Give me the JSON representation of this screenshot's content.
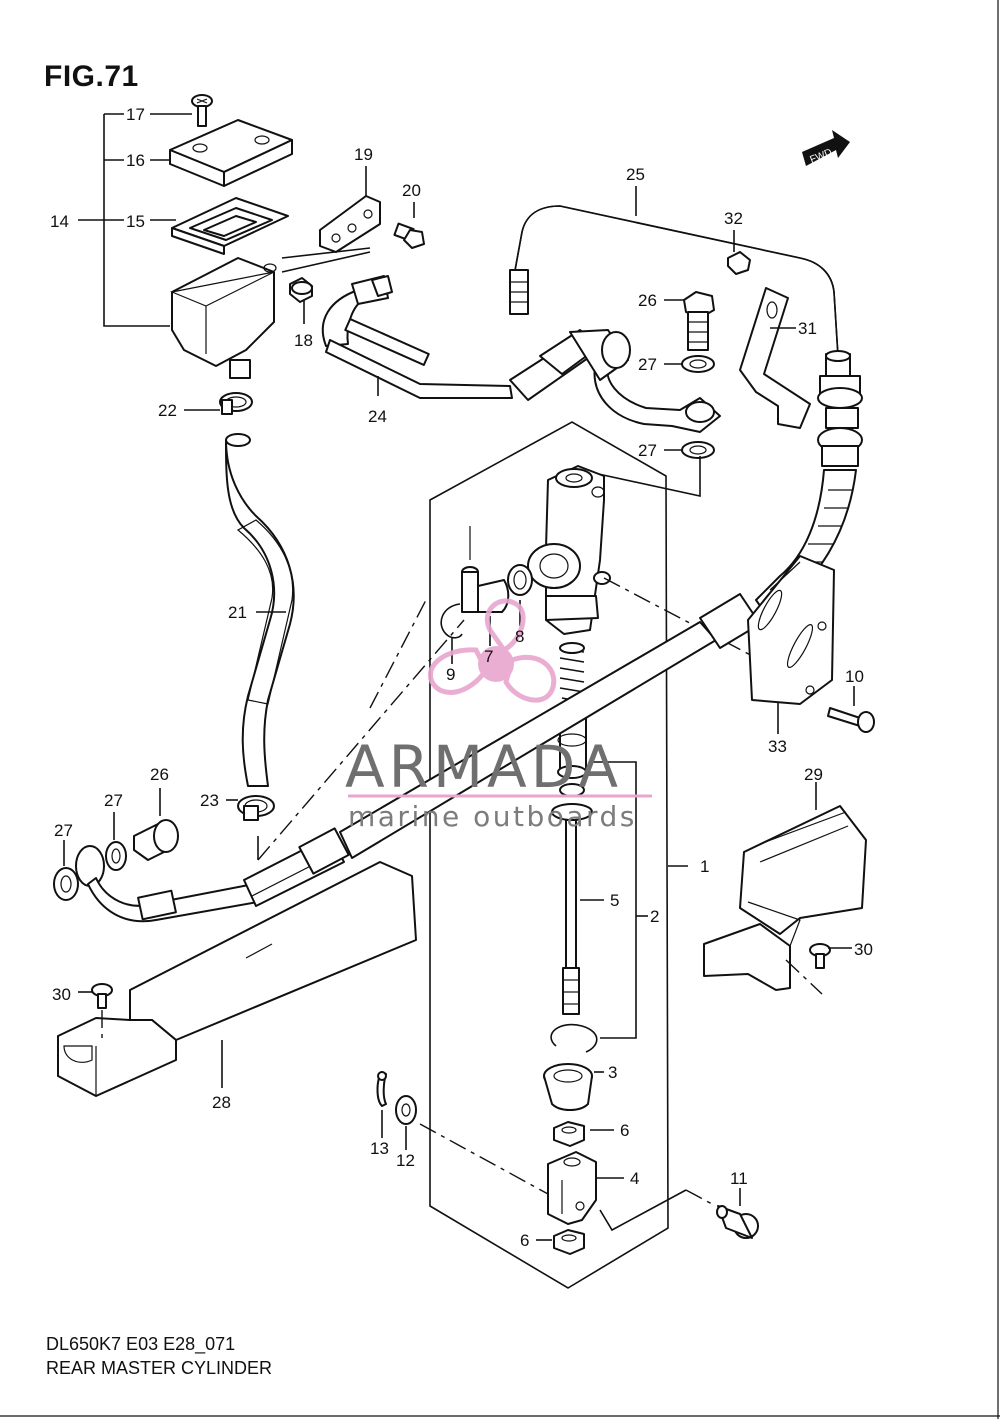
{
  "figure": {
    "title": "FIG.71",
    "model_code": "DL650K7 E03 E28_071",
    "name": "REAR MASTER CYLINDER"
  },
  "direction_badge": "FWD",
  "watermark": {
    "brand": "ARMADA",
    "tagline": "marine outboards",
    "color_pink": "#e8a6cf",
    "color_gray": "#777777"
  },
  "callouts": {
    "c1": "1",
    "c2": "2",
    "c3": "3",
    "c4": "4",
    "c5": "5",
    "c6a": "6",
    "c6b": "6",
    "c7": "7",
    "c8": "8",
    "c9": "9",
    "c10": "10",
    "c11": "11",
    "c12": "12",
    "c13": "13",
    "c14": "14",
    "c15": "15",
    "c16": "16",
    "c17": "17",
    "c18": "18",
    "c19": "19",
    "c20": "20",
    "c21": "21",
    "c22": "22",
    "c23": "23",
    "c24": "24",
    "c25": "25",
    "c26a": "26",
    "c26b": "26",
    "c27a": "27",
    "c27b": "27",
    "c27c": "27",
    "c27d": "27",
    "c28": "28",
    "c29": "29",
    "c30a": "30",
    "c30b": "30",
    "c31": "31",
    "c32": "32",
    "c33": "33"
  }
}
